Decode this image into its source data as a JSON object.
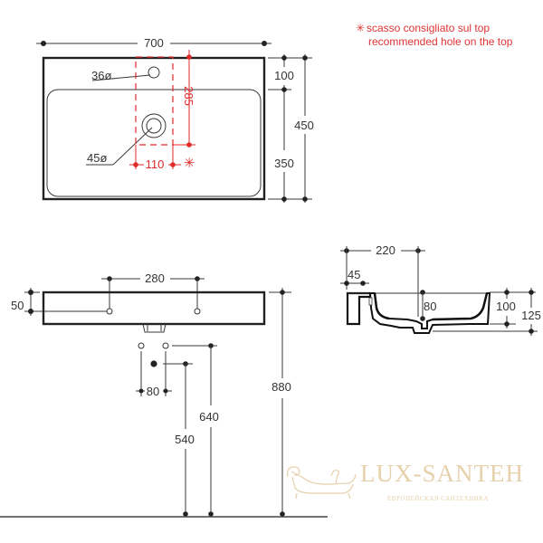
{
  "note": {
    "marker": "✳",
    "line1": "scasso consigliato sul top",
    "line2": "recommended hole on the top",
    "color": "#e03434"
  },
  "top_view": {
    "width_label": "700",
    "tap_hole_label": "36ø",
    "drain_label": "45ø",
    "recess_width_label": "110",
    "recess_depth_label": "285",
    "recess_marker": "✳",
    "ledge_label": "100",
    "basin_label": "350",
    "depth_label": "450"
  },
  "front_view": {
    "bracket_spacing_label": "280",
    "bracket_height_label": "50",
    "pipe_spacing_label": "80",
    "drain_height_label": "540",
    "supply_height_label": "640",
    "top_height_label": "880"
  },
  "side_view": {
    "depth_label": "220",
    "offset_label": "45",
    "bowl_depth_label": "80",
    "height_label": "100",
    "total_height_label": "125"
  },
  "watermark": {
    "brand": "LUX-SANTEH",
    "tagline": "ЕВРОПЕЙСКАЯ САНТЕХНИКА",
    "color": "#e6cfa8"
  },
  "colors": {
    "line": "#3a3a3a",
    "accent_red": "#e02a2a"
  }
}
